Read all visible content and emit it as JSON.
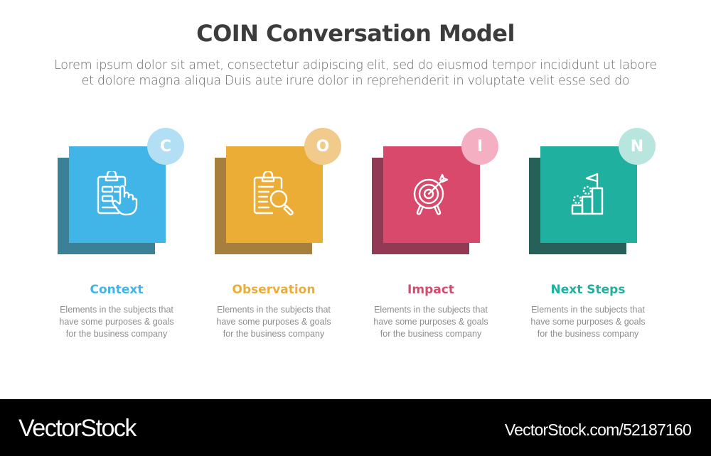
{
  "header": {
    "title": "COIN Conversation Model",
    "subtitle_line1": "Lorem ipsum dolor sit amet, consectetur adipiscing elit, sed do eiusmod tempor incididunt ut labore",
    "subtitle_line2": "et dolore magna aliqua Duis aute irure dolor in reprehenderit in voluptate velit esse sed do"
  },
  "steps": [
    {
      "letter": "C",
      "label": "Context",
      "icon": "clipboard-hand-icon",
      "description": "Elements in the subjects that\nhave  some purposes & goals\nfor the  business company",
      "color": "#41b4e8",
      "shadow": "#3a8198",
      "badge": "#b2dff3"
    },
    {
      "letter": "O",
      "label": "Observation",
      "icon": "clipboard-magnifier-icon",
      "description": "Elements in the subjects that\nhave  some purposes & goals\nfor the  business company",
      "color": "#ecad36",
      "shadow": "#a67f3e",
      "badge": "#f0cb8c"
    },
    {
      "letter": "I",
      "label": "Impact",
      "icon": "target-arrow-icon",
      "description": "Elements in the subjects that\nhave  some purposes & goals\nfor the  business company",
      "color": "#d9496b",
      "shadow": "#923a53",
      "badge": "#f4afc3"
    },
    {
      "letter": "N",
      "label": "Next Steps",
      "icon": "steps-flag-icon",
      "description": "Elements in the subjects that\nhave  some purposes & goals\nfor the  business company",
      "color": "#20b0a0",
      "shadow": "#276059",
      "badge": "#b8e6df"
    }
  ],
  "footer": {
    "brand": "VectorStock",
    "url": "VectorStock.com/52187160"
  }
}
